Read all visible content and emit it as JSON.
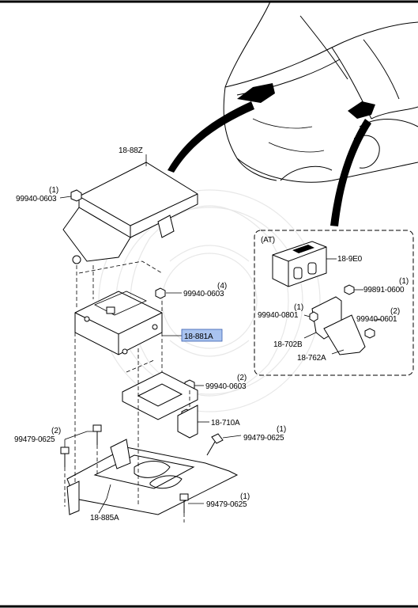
{
  "labels": {
    "box_cover": "18-88Z",
    "nut_top_left": "99940-0603",
    "nut_top_left_qty": "(1)",
    "nut_mid": "99940-0603",
    "nut_mid_qty": "(4)",
    "pcm": "18-881A",
    "nut_lower": "99940-0603",
    "nut_lower_qty": "(2)",
    "bracket_710": "18-710A",
    "bolt_left": "99479-0625",
    "bolt_left_qty": "(2)",
    "bolt_right": "99479-0625",
    "bolt_right_qty": "(1)",
    "bolt_bottom": "99479-0625",
    "bolt_bottom_qty": "(1)",
    "tray": "18-885A"
  },
  "at_inset": {
    "title": "(AT)",
    "tcm": "18-9E0",
    "nut_a": "99891-0600",
    "nut_a_qty": "(1)",
    "bolt_a": "99940-0801",
    "bolt_a_qty": "(1)",
    "nut_b": "99940-0601",
    "nut_b_qty": "(2)",
    "bracket_b": "18-702B",
    "bracket_a": "18-762A"
  },
  "colors": {
    "highlight": "#a9c3ef",
    "ink": "#000000"
  }
}
